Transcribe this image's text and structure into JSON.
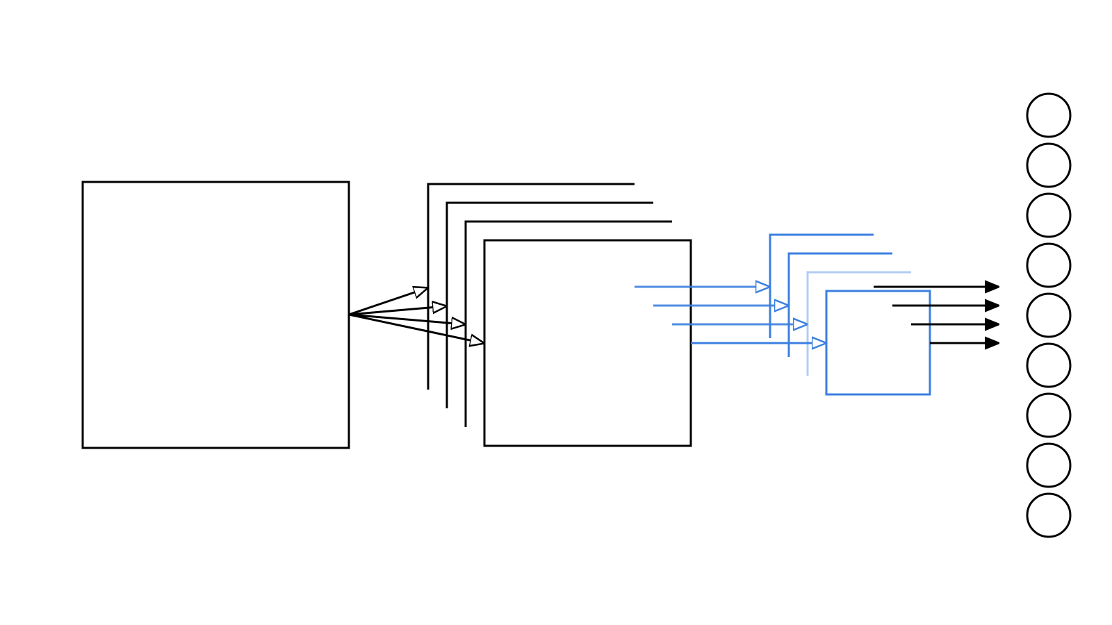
{
  "diagram": {
    "type": "cnn-architecture",
    "colors": {
      "black": "#000000",
      "blue": "#3b7fe0",
      "background": "#ffffff"
    },
    "input_layer": {
      "shape": "square",
      "count": 1
    },
    "conv_layer": {
      "shape": "stacked-squares",
      "count": 4,
      "color": "black"
    },
    "pool_layer": {
      "shape": "stacked-squares",
      "count": 4,
      "color": "blue"
    },
    "output_layer": {
      "shape": "circles",
      "count": 9
    },
    "connections": {
      "input_to_conv": 4,
      "conv_to_pool": 4,
      "pool_to_output": 4
    }
  }
}
